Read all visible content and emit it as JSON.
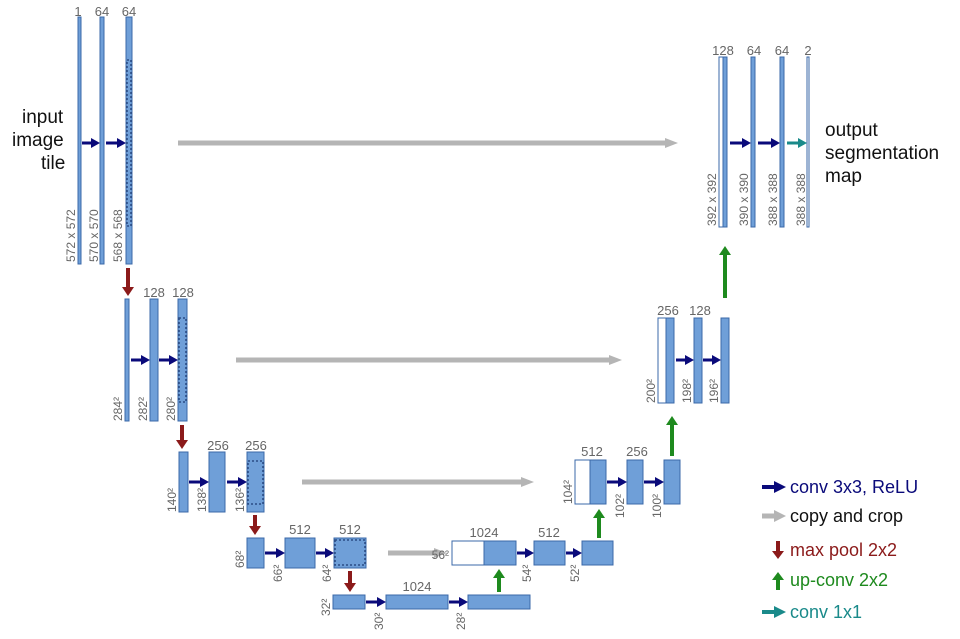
{
  "input_label": [
    "input",
    "image",
    "tile"
  ],
  "output_label": [
    "output",
    "segmentation",
    "map"
  ],
  "colors": {
    "map_fill": "#6f9fd8",
    "map_stroke": "#3b68a8",
    "conv": "#0a0a7a",
    "copy": "#b5b5b5",
    "pool": "#8b1a1a",
    "upconv": "#1e8a1e",
    "conv1x1": "#1a8a8a"
  },
  "legend": [
    {
      "type": "conv",
      "label": "conv 3x3, ReLU",
      "color": "#0a0a7a"
    },
    {
      "type": "copy",
      "label": "copy and crop",
      "color": "#111111"
    },
    {
      "type": "pool",
      "label": "max pool 2x2",
      "color": "#8b1a1a"
    },
    {
      "type": "upconv",
      "label": "up-conv 2x2",
      "color": "#1e8a1e"
    },
    {
      "type": "conv1x1",
      "label": "conv 1x1",
      "color": "#1a8a8a"
    }
  ],
  "levels": {
    "l1": {
      "channels": [
        "1",
        "64",
        "64"
      ],
      "dims": [
        "572 x 572",
        "570 x 570",
        "568 x 568"
      ]
    },
    "l2": {
      "channels": [
        "128",
        "128"
      ],
      "dims": [
        "284²",
        "282²",
        "280²"
      ]
    },
    "l3": {
      "channels": [
        "256",
        "256"
      ],
      "dims": [
        "140²",
        "138²",
        "136²"
      ]
    },
    "l4": {
      "channels": [
        "512",
        "512"
      ],
      "dims": [
        "68²",
        "66²",
        "64²"
      ]
    },
    "l5": {
      "channels": [
        "1024"
      ],
      "dims": [
        "32²",
        "30²",
        "28²"
      ]
    },
    "r4": {
      "channels": [
        "1024",
        "512"
      ],
      "dims": [
        "56²",
        "54²",
        "52²"
      ]
    },
    "r3": {
      "channels": [
        "512",
        "256"
      ],
      "dims": [
        "104²",
        "102²",
        "100²"
      ]
    },
    "r2": {
      "channels": [
        "256",
        "128"
      ],
      "dims": [
        "200²",
        "198²",
        "196²"
      ]
    },
    "r1": {
      "channels": [
        "128",
        "64",
        "64",
        "2"
      ],
      "dims": [
        "392 x 392",
        "390 x 390",
        "388 x 388",
        "388 x 388"
      ]
    }
  }
}
